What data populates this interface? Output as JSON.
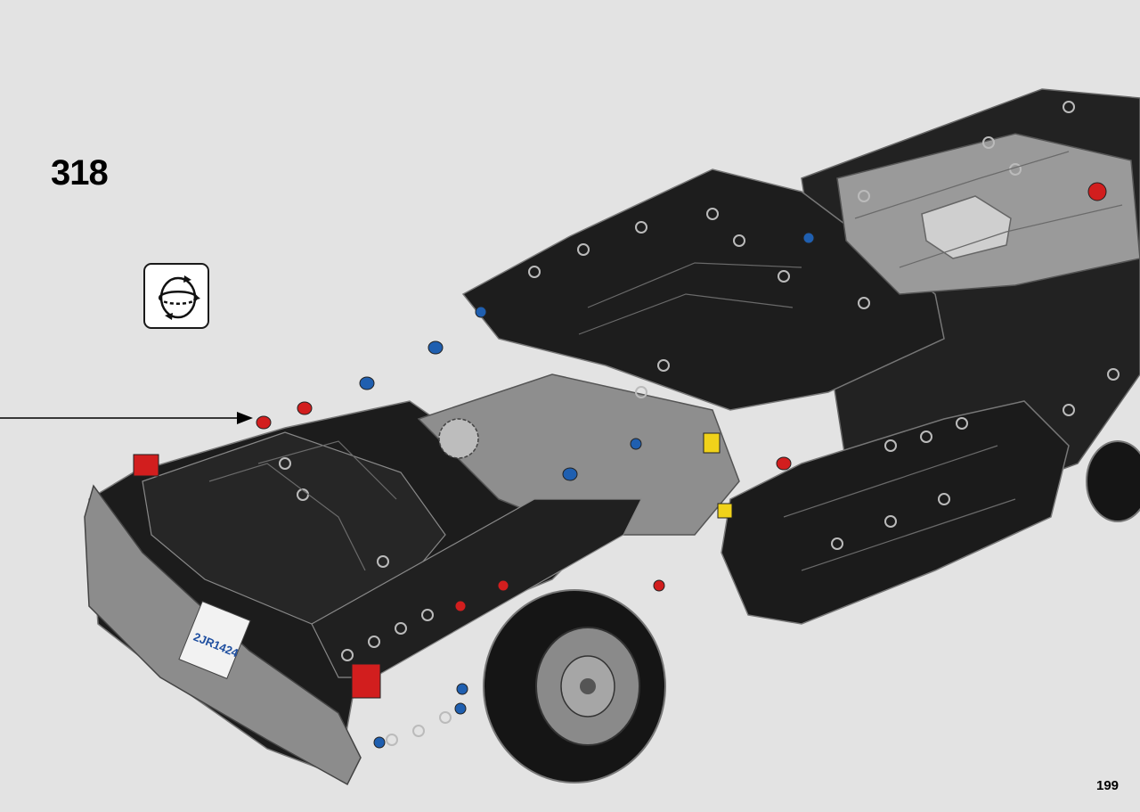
{
  "step": {
    "number": "318"
  },
  "page": {
    "number": "199"
  },
  "rotate_indicator": {
    "icon": "rotate-model-icon"
  },
  "model": {
    "description_icon": "lego-technic-car-model",
    "license_plate": "2JR1424"
  },
  "colors": {
    "background": "#e3e3e3",
    "model_body": "#1c1c1c",
    "accent_red": "#d21e1e",
    "accent_blue": "#1f5fb0"
  }
}
